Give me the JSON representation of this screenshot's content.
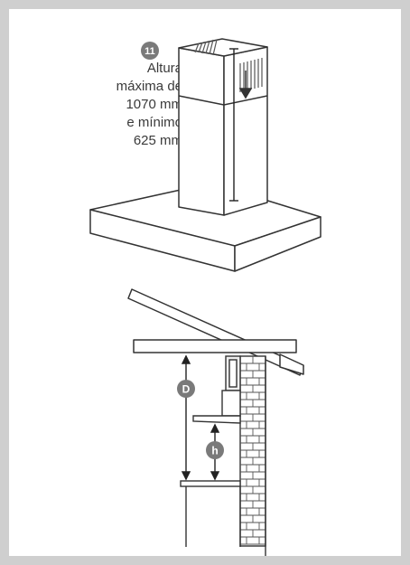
{
  "top_diagram": {
    "step_badge": "11",
    "caption_lines": [
      "Altura",
      "máxima de",
      "1070 mm",
      "e mínimo",
      "625 mm"
    ]
  },
  "bottom_diagram": {
    "label_d": "D",
    "label_h": "h"
  },
  "colors": {
    "background_frame": "#cfcfcf",
    "sheet": "#ffffff",
    "line": "#333333",
    "badge": "#7a7a7a",
    "text": "#3a3a3a"
  }
}
